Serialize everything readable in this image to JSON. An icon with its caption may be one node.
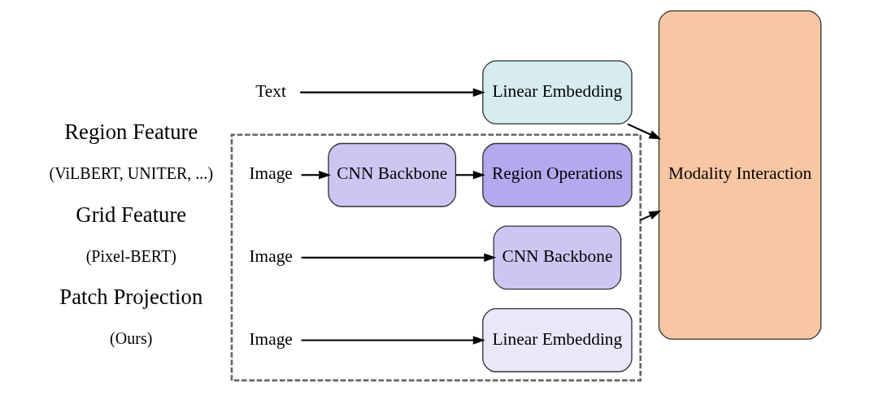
{
  "diagram": {
    "nodes": [
      {
        "text": [],
        "shape": "box"
      },
      {
        "text": [
          "Image"
        ],
        "in": 0
      },
      {
        "text": [
          "CNN Backbone"
        ],
        "in": 0
      },
      {
        "text": [
          "Region Operations"
        ],
        "in": 0
      },
      {
        "text": [
          "Image"
        ],
        "in": 0
      },
      {
        "text": [
          "CNN Backbone"
        ],
        "in": 0
      },
      {
        "text": [
          "Image"
        ],
        "in": 0
      },
      {
        "text": [
          "Linear Embedding"
        ],
        "in": 0
      },
      {
        "text": [
          "Text"
        ]
      },
      {
        "text": [
          "Linear Embedding"
        ]
      },
      {
        "text": [
          "Modality Interaction"
        ]
      }
    ],
    "edges": [
      {
        "from": 1,
        "to": 2,
        "arrow": "to"
      },
      {
        "from": 2,
        "to": 3,
        "arrow": "to"
      },
      {
        "from": 4,
        "to": 5,
        "arrow": "to"
      },
      {
        "from": 6,
        "to": 7,
        "arrow": "to"
      },
      {
        "from": 0,
        "to": 10,
        "arrow": "to"
      },
      {
        "from": 8,
        "to": 9,
        "arrow": "to"
      },
      {
        "from": 9,
        "to": 10,
        "arrow": "to"
      }
    ],
    "labels": [
      "Region Feature",
      "(ViLBERT, UNITER, ...)",
      "Grid Feature",
      "(Pixel-BERT)",
      "Patch Projection",
      "(Ours)"
    ]
  }
}
